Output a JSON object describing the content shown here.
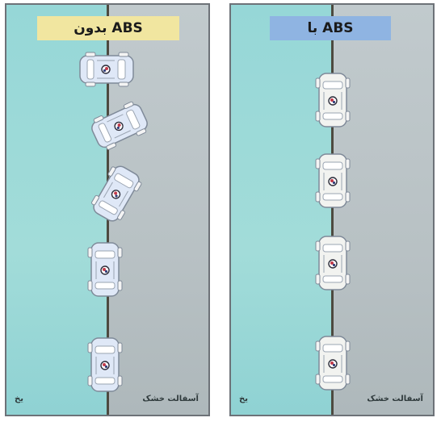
{
  "panels": {
    "without_abs": {
      "title": "بدون ABS",
      "ice_label": "یخ",
      "dry_label": "آسفالت خشک"
    },
    "with_abs": {
      "title": "با ABS",
      "ice_label": "یخ",
      "dry_label": "آسفالت خشک"
    }
  },
  "colors": {
    "ice_surface": "#9ad8d8",
    "dry_asphalt": "#bcc5c8",
    "title_without": "#f1e6a0",
    "title_with": "#8fb4e2",
    "car_body_without": "#dfe8f7",
    "car_body_with": "#f2f3f0"
  },
  "icons": [
    "car-icon",
    "steering-wheel-icon"
  ]
}
